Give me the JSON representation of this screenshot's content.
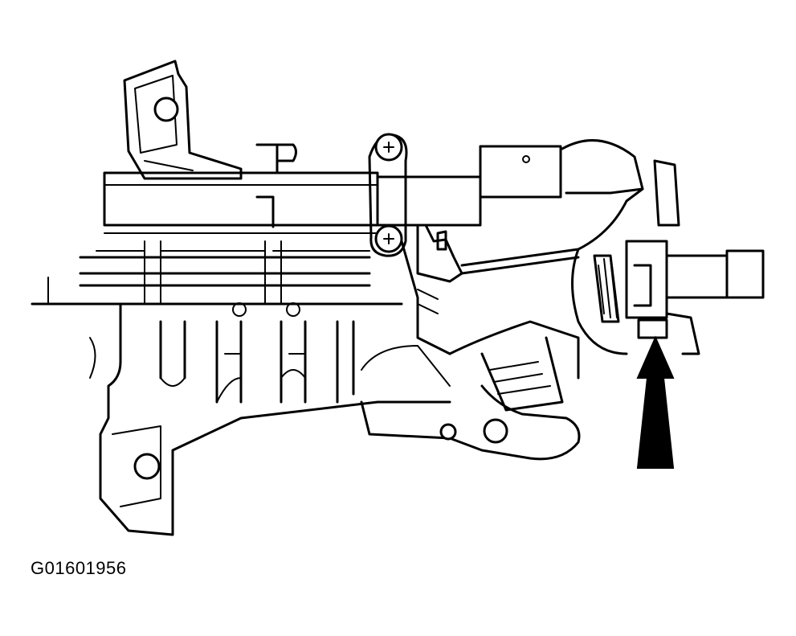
{
  "figure": {
    "caption": "G01601956",
    "subject": "steering-column-assembly",
    "callout": "arrow-pointing-up-at-component"
  }
}
